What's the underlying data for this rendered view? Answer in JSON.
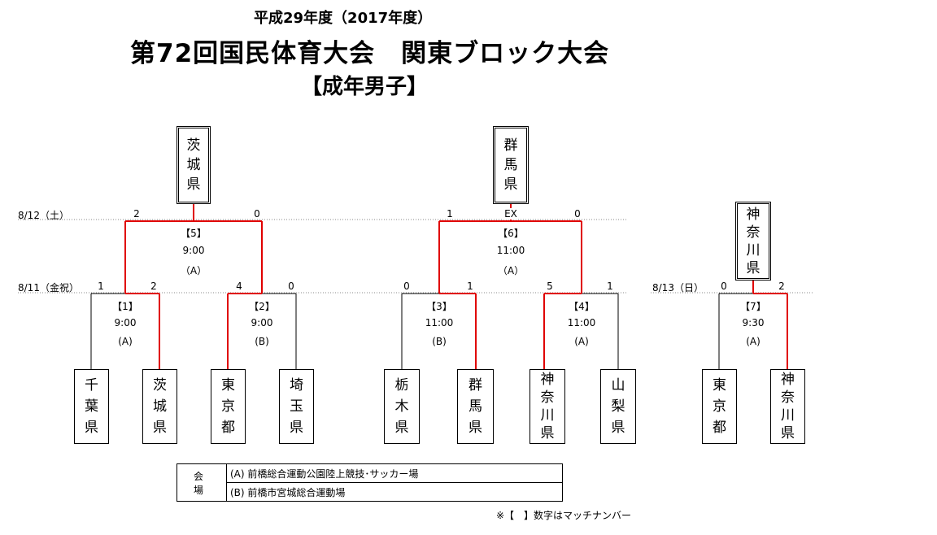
{
  "header": {
    "subtitle": "平成29年度（2017年度）",
    "title": "第72回国民体育大会　関東ブロック大会",
    "category": "【成年男子】"
  },
  "rounds": {
    "date_812": "8/12（土）",
    "date_811": "8/11（金祝）",
    "date_813": "8/13（日）"
  },
  "champions": {
    "bracket1": [
      "茨",
      "城",
      "県"
    ],
    "bracket2": [
      "群",
      "馬",
      "県"
    ],
    "bracket3": [
      "神",
      "奈",
      "川",
      "県"
    ]
  },
  "teams": [
    [
      "千",
      "葉",
      "県"
    ],
    [
      "茨",
      "城",
      "県"
    ],
    [
      "東",
      "京",
      "都"
    ],
    [
      "埼",
      "玉",
      "県"
    ],
    [
      "栃",
      "木",
      "県"
    ],
    [
      "群",
      "馬",
      "県"
    ],
    [
      "神",
      "奈",
      "川",
      "県"
    ],
    [
      "山",
      "梨",
      "県"
    ],
    [
      "東",
      "京",
      "都"
    ],
    [
      "神",
      "奈",
      "川",
      "県"
    ]
  ],
  "matches": {
    "m1": {
      "no": "【1】",
      "time": "9:00",
      "venue": "(A)",
      "score_l": "1",
      "score_r": "2"
    },
    "m2": {
      "no": "【2】",
      "time": "9:00",
      "venue": "(B)",
      "score_l": "4",
      "score_r": "0"
    },
    "m3": {
      "no": "【3】",
      "time": "11:00",
      "venue": "(B)",
      "score_l": "0",
      "score_r": "1"
    },
    "m4": {
      "no": "【4】",
      "time": "11:00",
      "venue": "(A)",
      "score_l": "5",
      "score_r": "1"
    },
    "m5": {
      "no": "【5】",
      "time": "9:00",
      "venue": "（A）",
      "score_l": "2",
      "score_r": "0"
    },
    "m6": {
      "no": "【6】",
      "time": "11:00",
      "venue": "（A）",
      "score_l": "1",
      "score_r": "0",
      "extra": "EX"
    },
    "m7": {
      "no": "【7】",
      "time": "9:30",
      "venue": "(A)",
      "score_l": "0",
      "score_r": "2"
    }
  },
  "venues": {
    "header": "会　場",
    "a": "(A) 前橋総合運動公園陸上競技･サッカー場",
    "b": "(B) 前橋市宮城総合運動場"
  },
  "note": "※【　】数字はマッチナンバー",
  "colors": {
    "winner_line": "#e00000",
    "line": "#000000",
    "dotted": "#888888"
  }
}
